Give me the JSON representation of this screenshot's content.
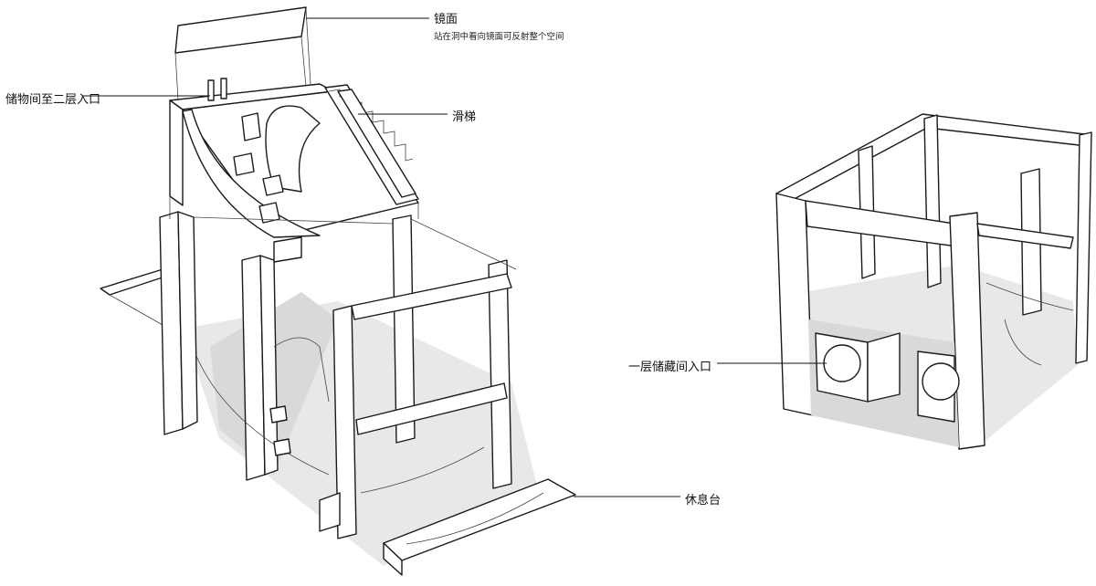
{
  "labels": {
    "mirror": "镜面",
    "mirror_note": "站在洞中看向镜面可反射整个空间",
    "storage_to_second": "储物间至二层入口",
    "slide": "滑梯",
    "first_storage_entrance": "一层储藏间入口",
    "rest_platform": "休息台"
  },
  "colors": {
    "line": "#1a1a1a",
    "shadow": "#d9d9d9"
  }
}
